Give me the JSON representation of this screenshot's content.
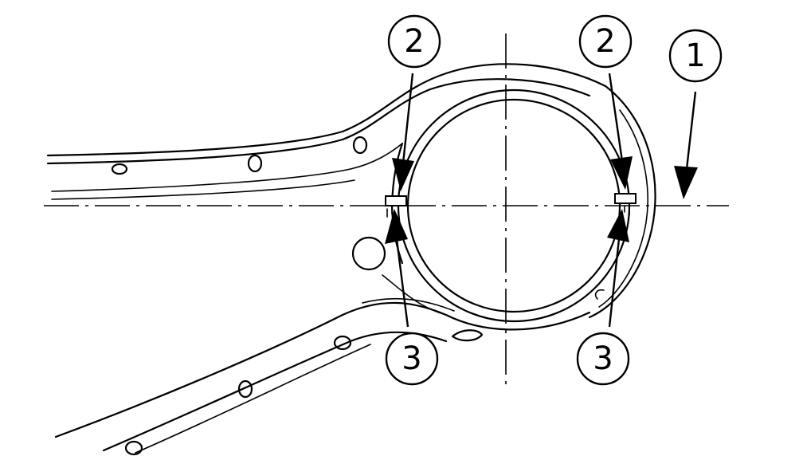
{
  "callouts": [
    {
      "id": "part-1",
      "label": "1"
    },
    {
      "id": "part-2-left",
      "label": "2"
    },
    {
      "id": "part-2-right",
      "label": "2"
    },
    {
      "id": "part-3-left",
      "label": "3"
    },
    {
      "id": "part-3-right",
      "label": "3"
    }
  ],
  "colors": {
    "ink": "#000000",
    "paper": "#ffffff"
  }
}
